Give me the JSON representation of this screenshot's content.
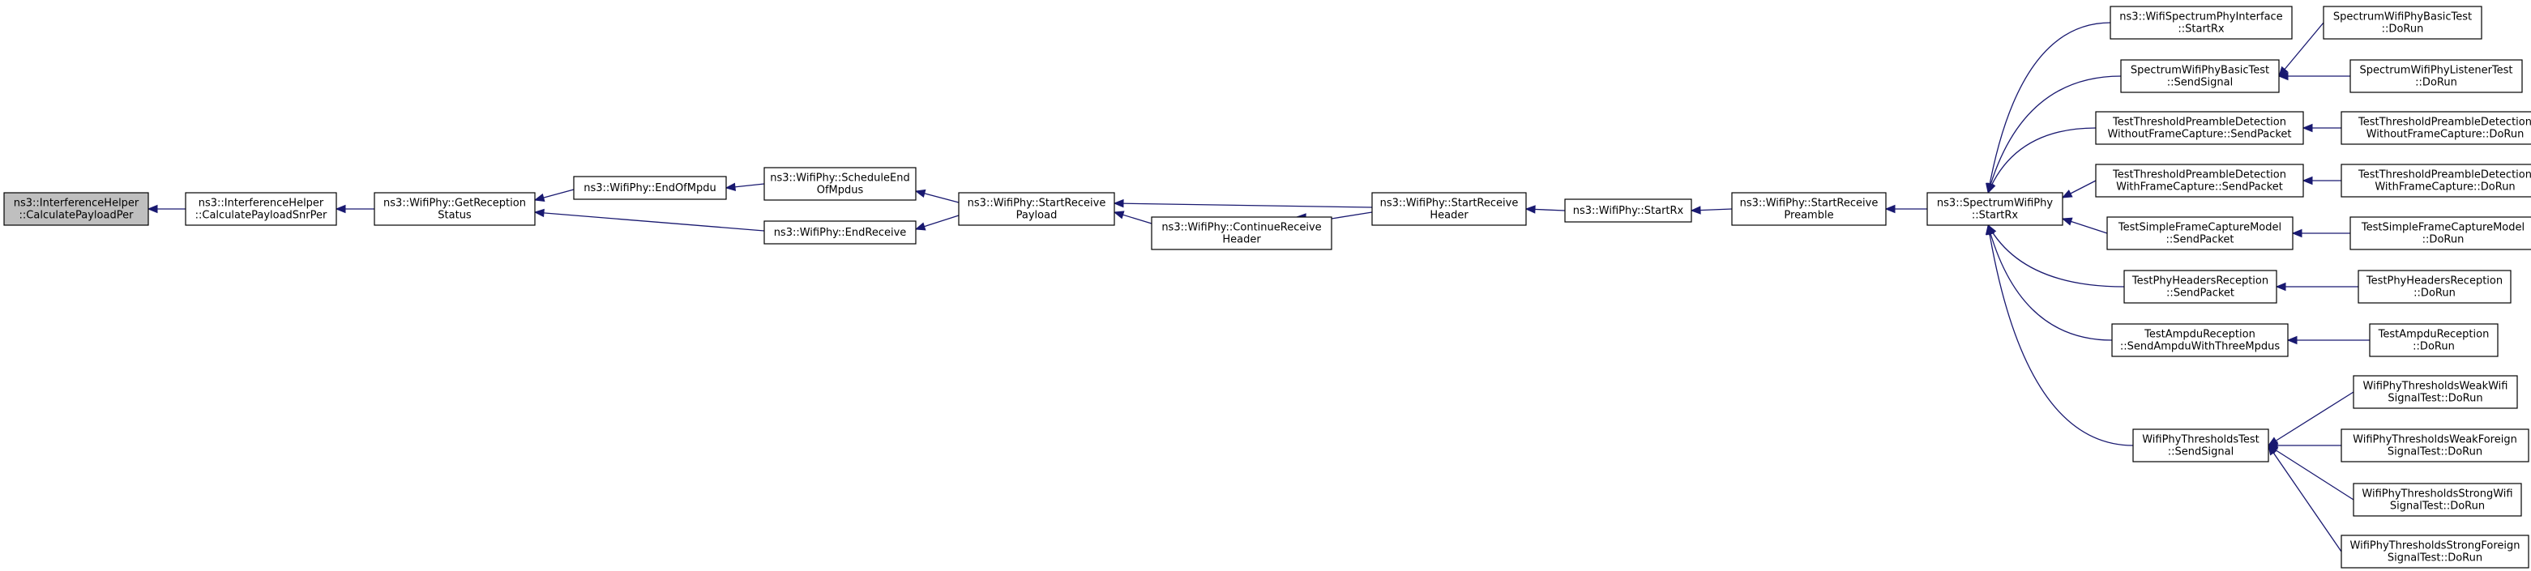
{
  "colors": {
    "edge": "#191970",
    "node_fill": "#ffffff",
    "root_fill": "#bfbfbf",
    "border": "#000000"
  },
  "graph": {
    "nodes": [
      {
        "id": "calc-payload-per",
        "lines": [
          "ns3::InterferenceHelper",
          "::CalculatePayloadPer"
        ],
        "root": true
      },
      {
        "id": "calc-payload-snr-per",
        "lines": [
          "ns3::InterferenceHelper",
          "::CalculatePayloadSnrPer"
        ]
      },
      {
        "id": "get-reception-status",
        "lines": [
          "ns3::WifiPhy::GetReception",
          "Status"
        ]
      },
      {
        "id": "end-of-mpdu",
        "lines": [
          "ns3::WifiPhy::EndOfMpdu"
        ]
      },
      {
        "id": "end-receive",
        "lines": [
          "ns3::WifiPhy::EndReceive"
        ]
      },
      {
        "id": "schedule-end-of-mpdus",
        "lines": [
          "ns3::WifiPhy::ScheduleEnd",
          "OfMpdus"
        ]
      },
      {
        "id": "start-receive-payload",
        "lines": [
          "ns3::WifiPhy::StartReceive",
          "Payload"
        ]
      },
      {
        "id": "continue-receive-header",
        "lines": [
          "ns3::WifiPhy::ContinueReceive",
          "Header"
        ]
      },
      {
        "id": "start-receive-header",
        "lines": [
          "ns3::WifiPhy::StartReceive",
          "Header"
        ]
      },
      {
        "id": "wifiphy-start-rx",
        "lines": [
          "ns3::WifiPhy::StartRx"
        ]
      },
      {
        "id": "start-receive-preamble",
        "lines": [
          "ns3::WifiPhy::StartReceive",
          "Preamble"
        ]
      },
      {
        "id": "spectrum-start-rx",
        "lines": [
          "ns3::SpectrumWifiPhy",
          "::StartRx"
        ]
      },
      {
        "id": "spectrum-interface-start-rx",
        "lines": [
          "ns3::WifiSpectrumPhyInterface",
          "::StartRx"
        ]
      },
      {
        "id": "basic-test-send-signal",
        "lines": [
          "SpectrumWifiPhyBasicTest",
          "::SendSignal"
        ]
      },
      {
        "id": "threshold-without-send",
        "lines": [
          "TestThresholdPreambleDetection",
          "WithoutFrameCapture::SendPacket"
        ]
      },
      {
        "id": "threshold-with-send",
        "lines": [
          "TestThresholdPreambleDetection",
          "WithFrameCapture::SendPacket"
        ]
      },
      {
        "id": "simple-capture-send",
        "lines": [
          "TestSimpleFrameCaptureModel",
          "::SendPacket"
        ]
      },
      {
        "id": "headers-reception-send",
        "lines": [
          "TestPhyHeadersReception",
          "::SendPacket"
        ]
      },
      {
        "id": "ampdu-send",
        "lines": [
          "TestAmpduReception",
          "::SendAmpduWithThreeMpdus"
        ]
      },
      {
        "id": "thresholds-test-send-signal",
        "lines": [
          "WifiPhyThresholdsTest",
          "::SendSignal"
        ]
      },
      {
        "id": "basic-test-dorun",
        "lines": [
          "SpectrumWifiPhyBasicTest",
          "::DoRun"
        ]
      },
      {
        "id": "listener-test-dorun",
        "lines": [
          "SpectrumWifiPhyListenerTest",
          "::DoRun"
        ]
      },
      {
        "id": "threshold-without-dorun",
        "lines": [
          "TestThresholdPreambleDetection",
          "WithoutFrameCapture::DoRun"
        ]
      },
      {
        "id": "threshold-with-dorun",
        "lines": [
          "TestThresholdPreambleDetection",
          "WithFrameCapture::DoRun"
        ]
      },
      {
        "id": "simple-capture-dorun",
        "lines": [
          "TestSimpleFrameCaptureModel",
          "::DoRun"
        ]
      },
      {
        "id": "headers-reception-dorun",
        "lines": [
          "TestPhyHeadersReception",
          "::DoRun"
        ]
      },
      {
        "id": "ampdu-dorun",
        "lines": [
          "TestAmpduReception",
          "::DoRun"
        ]
      },
      {
        "id": "weak-wifi-dorun",
        "lines": [
          "WifiPhyThresholdsWeakWifi",
          "SignalTest::DoRun"
        ]
      },
      {
        "id": "weak-foreign-dorun",
        "lines": [
          "WifiPhyThresholdsWeakForeign",
          "SignalTest::DoRun"
        ]
      },
      {
        "id": "strong-wifi-dorun",
        "lines": [
          "WifiPhyThresholdsStrongWifi",
          "SignalTest::DoRun"
        ]
      },
      {
        "id": "strong-foreign-dorun",
        "lines": [
          "WifiPhyThresholdsStrongForeign",
          "SignalTest::DoRun"
        ]
      }
    ],
    "edges": [
      [
        "calc-payload-snr-per",
        "calc-payload-per"
      ],
      [
        "get-reception-status",
        "calc-payload-snr-per"
      ],
      [
        "end-of-mpdu",
        "get-reception-status"
      ],
      [
        "end-receive",
        "get-reception-status"
      ],
      [
        "schedule-end-of-mpdus",
        "end-of-mpdu"
      ],
      [
        "start-receive-payload",
        "schedule-end-of-mpdus"
      ],
      [
        "start-receive-payload",
        "end-receive"
      ],
      [
        "start-receive-header",
        "start-receive-payload"
      ],
      [
        "continue-receive-header",
        "start-receive-payload"
      ],
      [
        "start-receive-header",
        "continue-receive-header"
      ],
      [
        "wifiphy-start-rx",
        "start-receive-header"
      ],
      [
        "start-receive-preamble",
        "wifiphy-start-rx"
      ],
      [
        "spectrum-start-rx",
        "start-receive-preamble"
      ],
      [
        "spectrum-interface-start-rx",
        "spectrum-start-rx"
      ],
      [
        "basic-test-send-signal",
        "spectrum-start-rx"
      ],
      [
        "threshold-without-send",
        "spectrum-start-rx"
      ],
      [
        "threshold-with-send",
        "spectrum-start-rx"
      ],
      [
        "simple-capture-send",
        "spectrum-start-rx"
      ],
      [
        "headers-reception-send",
        "spectrum-start-rx"
      ],
      [
        "ampdu-send",
        "spectrum-start-rx"
      ],
      [
        "thresholds-test-send-signal",
        "spectrum-start-rx"
      ],
      [
        "basic-test-dorun",
        "basic-test-send-signal"
      ],
      [
        "listener-test-dorun",
        "basic-test-send-signal"
      ],
      [
        "threshold-without-dorun",
        "threshold-without-send"
      ],
      [
        "threshold-with-dorun",
        "threshold-with-send"
      ],
      [
        "simple-capture-dorun",
        "simple-capture-send"
      ],
      [
        "headers-reception-dorun",
        "headers-reception-send"
      ],
      [
        "ampdu-dorun",
        "ampdu-send"
      ],
      [
        "weak-wifi-dorun",
        "thresholds-test-send-signal"
      ],
      [
        "weak-foreign-dorun",
        "thresholds-test-send-signal"
      ],
      [
        "strong-wifi-dorun",
        "thresholds-test-send-signal"
      ],
      [
        "strong-foreign-dorun",
        "thresholds-test-send-signal"
      ]
    ]
  }
}
